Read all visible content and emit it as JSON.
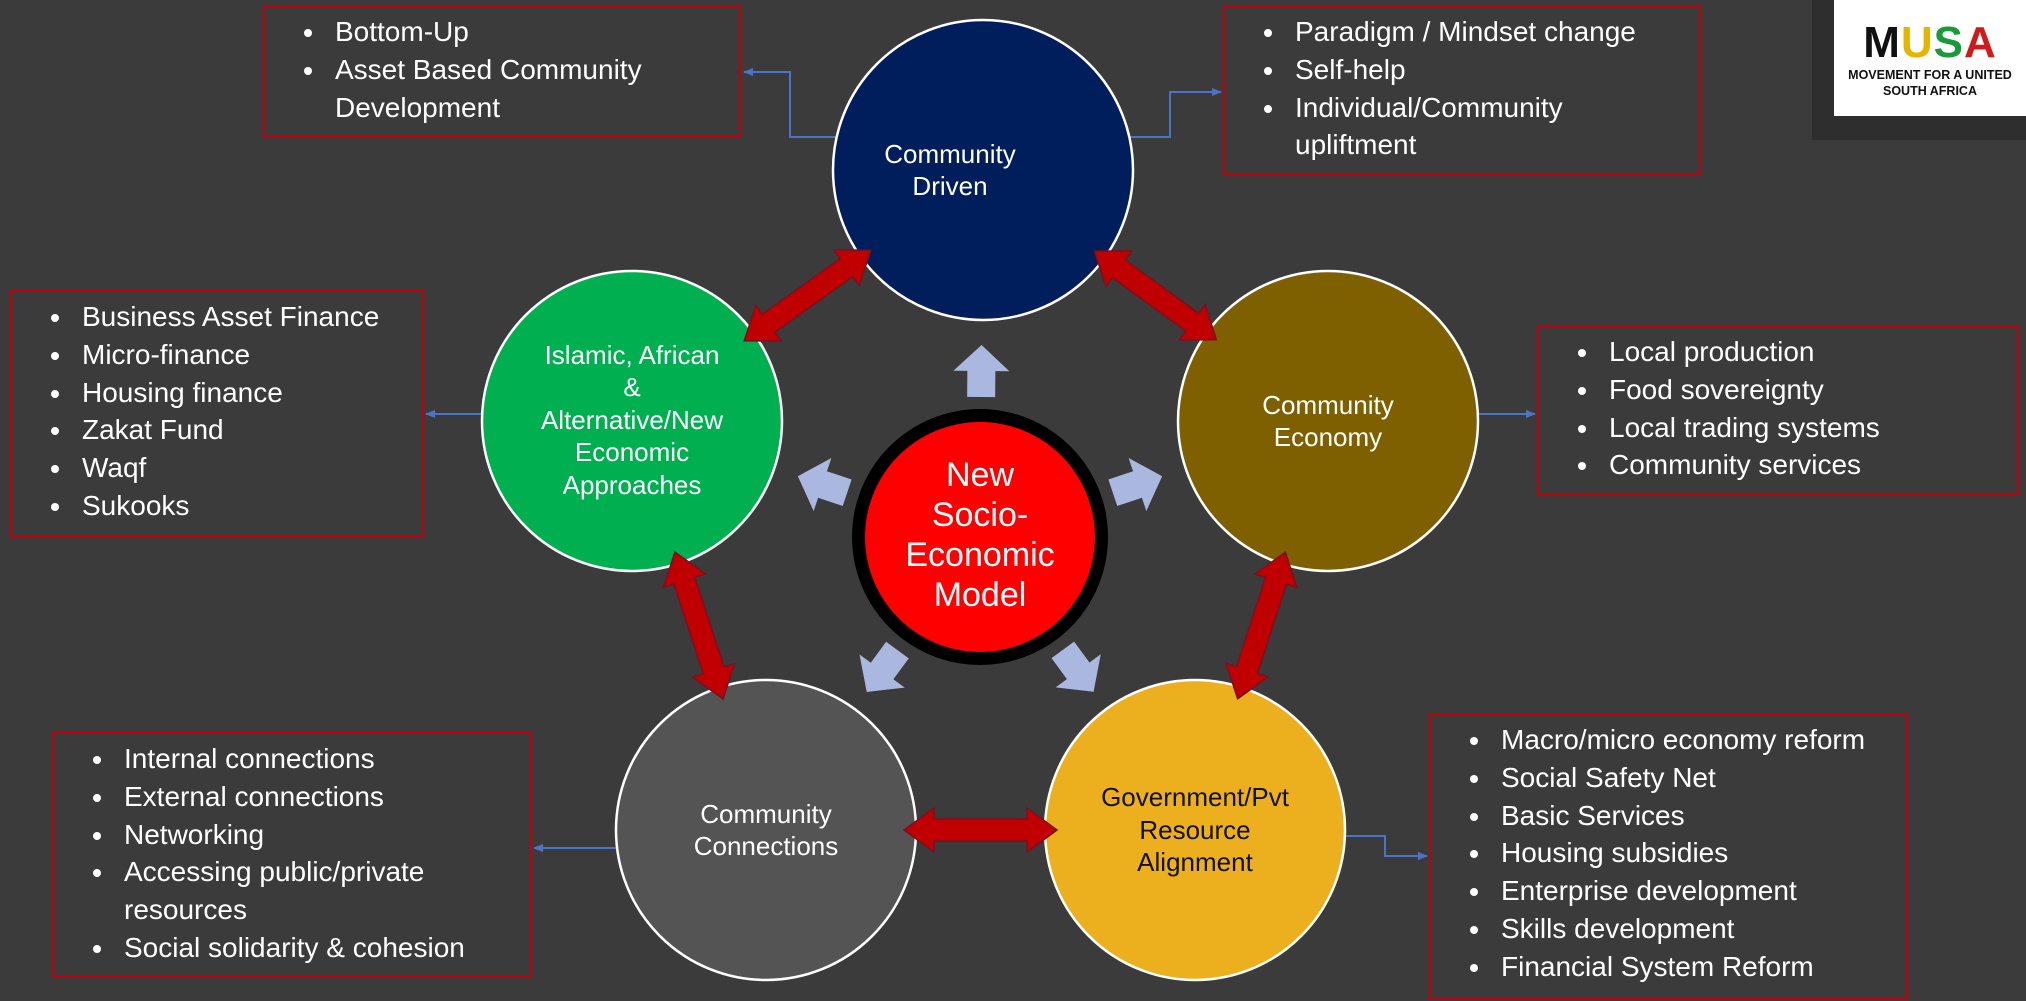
{
  "colors": {
    "background": "#3b3b3b",
    "box_border": "#c0000a",
    "connector": "#4a74c9",
    "double_arrow": "#c00000",
    "center_arrow": "#aab8e0"
  },
  "center": {
    "label": "New\nSocio-\nEconomic\nModel",
    "fill": "#ff0000",
    "ring": "#000000"
  },
  "nodes": [
    {
      "id": "community-driven",
      "label": "Community\nDriven",
      "fill": "#001d5c"
    },
    {
      "id": "community-economy",
      "label": "Community\nEconomy",
      "fill": "#7f6000"
    },
    {
      "id": "government-resource-alignment",
      "label": "Government/Pvt\nResource\nAlignment",
      "fill": "#ecb01f"
    },
    {
      "id": "community-connections",
      "label": "Community\nConnections",
      "fill": "#545454"
    },
    {
      "id": "islamic-african-approaches",
      "label": "Islamic, African\n&\nAlternative/New\nEconomic\nApproaches",
      "fill": "#00b050"
    }
  ],
  "boxes": [
    {
      "node": "community-driven",
      "items": [
        "Bottom-Up",
        "Asset Based Community Development"
      ]
    },
    {
      "node": "community-driven",
      "items": [
        "Paradigm / Mindset change",
        "Self-help",
        "Individual/Community upliftment"
      ]
    },
    {
      "node": "community-economy",
      "items": [
        "Local production",
        "Food sovereignty",
        "Local trading systems",
        "Community services"
      ]
    },
    {
      "node": "government-resource-alignment",
      "items": [
        "Macro/micro economy reform",
        "Social Safety Net",
        "Basic Services",
        "Housing subsidies",
        "Enterprise development",
        "Skills development",
        "Financial System Reform"
      ]
    },
    {
      "node": "community-connections",
      "items": [
        "Internal connections",
        "External connections",
        "Networking",
        "Accessing public/private resources",
        "Social solidarity & cohesion"
      ]
    },
    {
      "node": "islamic-african-approaches",
      "items": [
        "Business Asset Finance",
        "Micro-finance",
        "Housing finance",
        "Zakat Fund",
        "Waqf",
        "Sukooks"
      ]
    }
  ],
  "logo": {
    "acronym": [
      "M",
      "U",
      "S",
      "A"
    ],
    "tagline": "MOVEMENT FOR A UNITED\nSOUTH AFRICA"
  }
}
